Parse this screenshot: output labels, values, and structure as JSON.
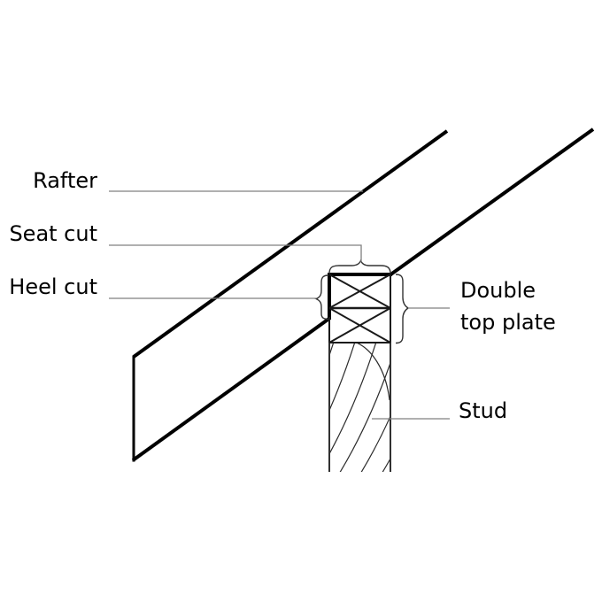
{
  "theme": {
    "bg": "#ffffff",
    "ink": "#000000",
    "mid": "#1a1a1a",
    "leader": "#808080",
    "brace": "#333333",
    "hatch": "#2b2b2b",
    "text": "#000000"
  },
  "diagram": {
    "type": "construction-framing-detail",
    "labels": {
      "rafter": "Rafter",
      "seat_cut": "Seat cut",
      "heel_cut": "Heel cut",
      "double_top_plate": "Double top plate",
      "stud": "Stud"
    }
  }
}
